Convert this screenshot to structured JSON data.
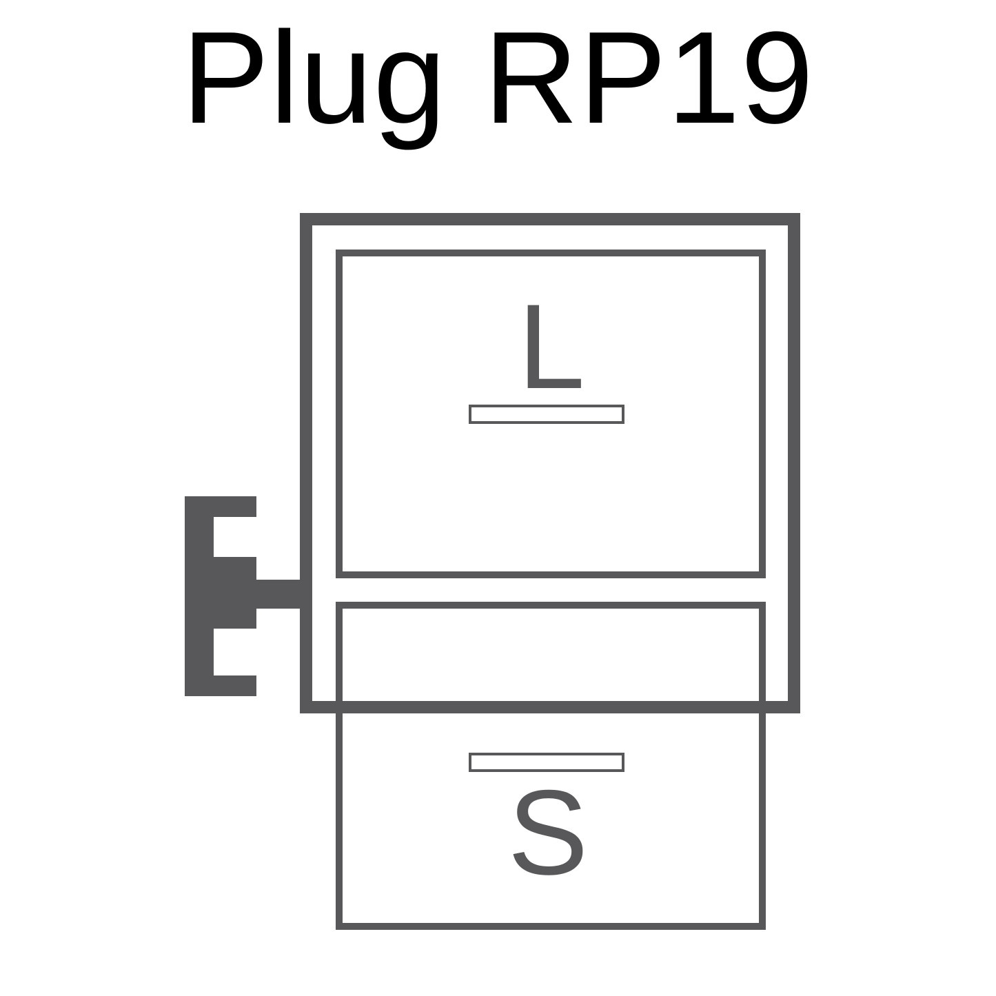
{
  "title": "Plug RP19",
  "colors": {
    "stroke": "#58585b",
    "title": "#000000",
    "background": "#ffffff"
  },
  "terminals": {
    "top": {
      "label": "L"
    },
    "bottom": {
      "label": "S"
    }
  },
  "icons": [
    "plug-housing",
    "side-clip",
    "terminal-slot"
  ]
}
